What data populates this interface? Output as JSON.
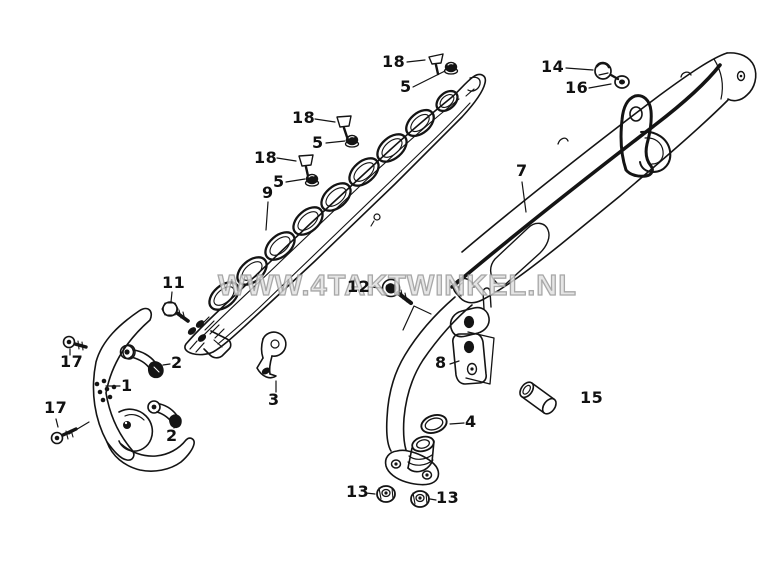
{
  "watermark": {
    "text": "WWW.4TAKTWINKEL.NL"
  },
  "callouts": [
    {
      "text": "18"
    },
    {
      "text": "5"
    },
    {
      "text": "18"
    },
    {
      "text": "5"
    },
    {
      "text": "18"
    },
    {
      "text": "5"
    },
    {
      "text": "9"
    },
    {
      "text": "14"
    },
    {
      "text": "16"
    },
    {
      "text": "7"
    },
    {
      "text": "11"
    },
    {
      "text": "12"
    },
    {
      "text": "1"
    },
    {
      "text": "2"
    },
    {
      "text": "2"
    },
    {
      "text": "17"
    },
    {
      "text": "17"
    },
    {
      "text": "3"
    },
    {
      "text": "8"
    },
    {
      "text": "4"
    },
    {
      "text": "13"
    },
    {
      "text": "13"
    },
    {
      "text": "15"
    }
  ]
}
